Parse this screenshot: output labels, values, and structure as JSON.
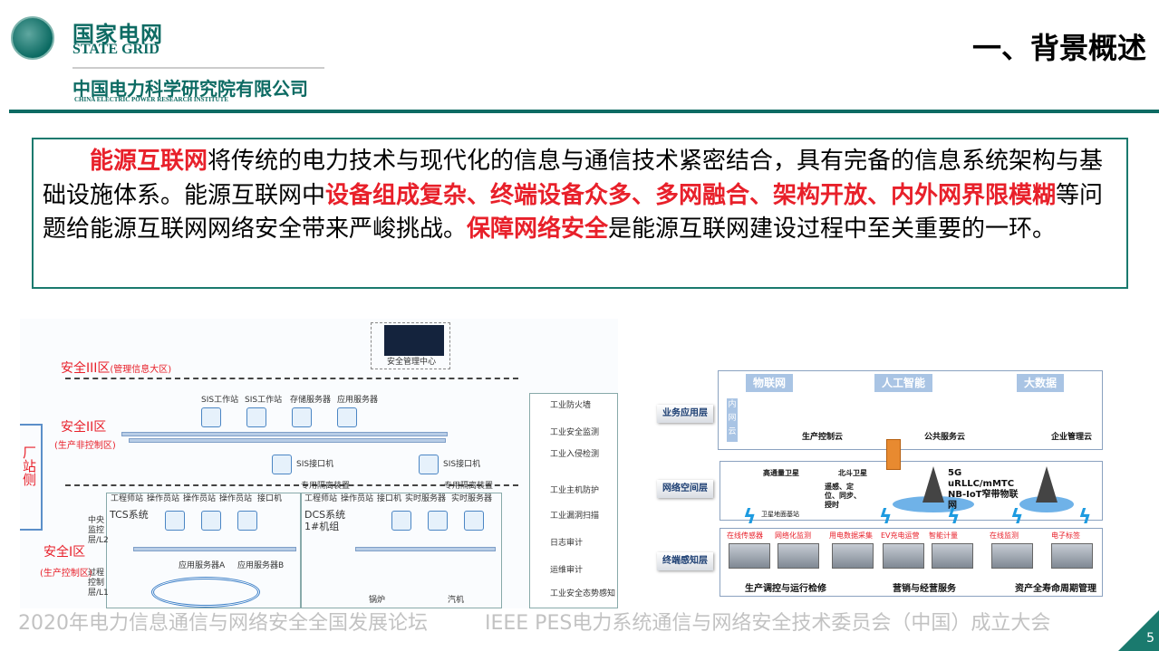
{
  "header": {
    "logo_cn": "国家电网",
    "logo_en": "STATE GRID",
    "institute_cn": "中国电力科学研究院有限公司",
    "institute_en": "CHINA ELECTRIC POWER RESEARCH INSTITUTE",
    "slide_title": "一、背景概述"
  },
  "body_text": {
    "p1_red": "能源互联网",
    "p1_rest": "将传统的电力技术与现代化的信息与通信技术紧密结合，具有完备的信息系统架构与基础设施体系。能源互联网中",
    "p2_red": "设备组成复杂、终端设备众多、多网融合、架构开放、内外网界限模糊",
    "p2_rest": "等问题给能源互联网网络安全带来严峻挑战。",
    "p3_red": "保障网络安全",
    "p3_rest": "是能源互联网建设过程中至关重要的一环。"
  },
  "left_diagram": {
    "side_label": "厂站侧",
    "zone3": "安全III区",
    "zone3_sub": "(管理信息大区)",
    "zone2": "安全II区",
    "zone2_sub": "(生产非控制区)",
    "zone1": "安全I区",
    "zone1_sub": "(生产控制区)",
    "center": "安全管理中心",
    "level2": "中央监控层/L2",
    "level1": "过程控制层/L1",
    "tcs": "TCS系统",
    "dcs": "DCS系统 1#机组",
    "nodes": [
      "SIS工作站",
      "SIS工作站",
      "存储服务器",
      "应用服务器",
      "SIS接口机",
      "SIS接口机",
      "专用隔离装置",
      "专用隔离装置",
      "工程师站",
      "操作员站",
      "操作员站",
      "操作员站",
      "接口机",
      "工程师站",
      "操作员站",
      "接口机",
      "实时服务器",
      "实时服务器",
      "应用服务器A",
      "应用服务器B",
      "锅炉",
      "汽机"
    ],
    "legend": [
      "工业防火墙",
      "工业安全监测",
      "工业入侵检测",
      "工业主机防护",
      "工业漏洞扫描",
      "日志审计",
      "运维审计",
      "工业安全态势感知"
    ]
  },
  "right_diagram": {
    "layers": [
      "业务应用层",
      "网络空间层",
      "终端感知层"
    ],
    "top_tags": [
      "物联网",
      "人工智能",
      "大数据"
    ],
    "side_cloud": "内网云",
    "clouds": [
      "生产控制云",
      "公共服务云",
      "企业管理云"
    ],
    "satellites": [
      "高通量卫星",
      "北斗卫星"
    ],
    "sat_functions": "遥感、定位、同步、授时",
    "ground_station": "卫星地面基站",
    "network": "5G uRLLC/mMTC NB-IoT窄带物联网",
    "terminals": [
      "在线传感器",
      "网络化监测",
      "用电数据采集",
      "EV充电运营",
      "智能计量",
      "在线监测",
      "电子标签"
    ],
    "groups": [
      "生产调控与运行检修",
      "营销与经营服务",
      "资产全寿命周期管理"
    ]
  },
  "watermarks": [
    "2020年电力信息通信与网络安全全国发展论坛",
    "IEEE PES电力系统通信与网络安全技术委员会（中国）成立大会"
  ],
  "page_number": "5",
  "colors": {
    "brand_teal": "#0d6b63",
    "highlight_red": "#e8202a",
    "border_teal": "#1a7a6e"
  }
}
